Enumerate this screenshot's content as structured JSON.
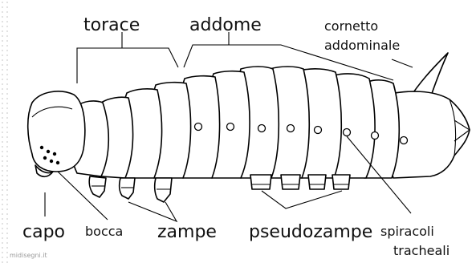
{
  "labels": {
    "torace": "torace",
    "addome": "addome",
    "cornetto": [
      "cornetto",
      "addominale"
    ],
    "capo": "capo",
    "bocca": "bocca",
    "zampe": "zampe",
    "pseudozampe": "pseudozampe",
    "spiracoli": [
      "spiracoli",
      "tracheali"
    ]
  },
  "credit": "midisegni.it",
  "colors": {
    "line": "#000000",
    "fill": "#ffffff",
    "text": "#111111",
    "credit": "#9a9a9a"
  }
}
